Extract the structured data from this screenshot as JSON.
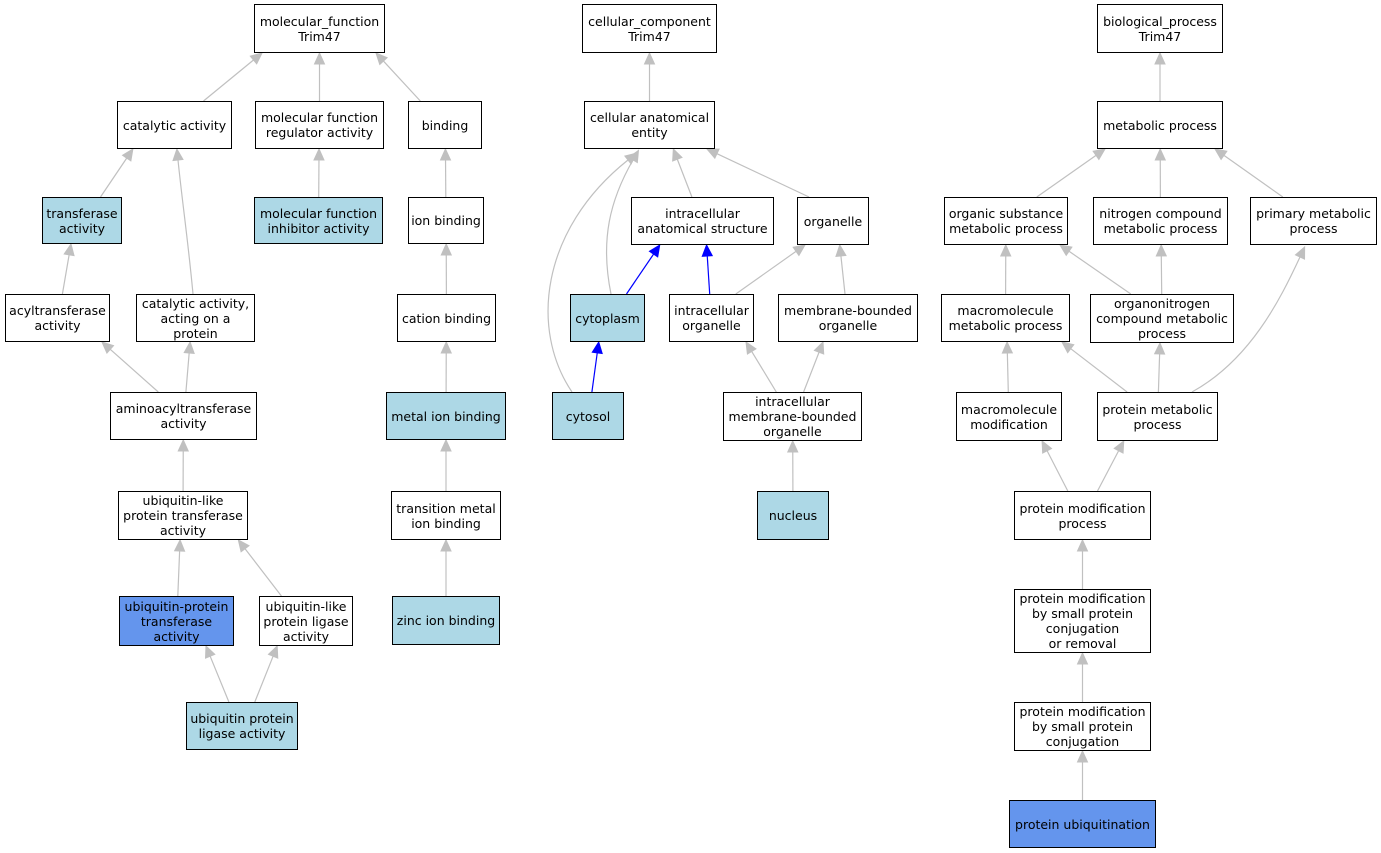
{
  "graph": {
    "title": "",
    "nodes": [
      {
        "id": "mf",
        "label": "molecular_function\nTrim47",
        "highlight": "none"
      },
      {
        "id": "catalytic",
        "label": "catalytic activity",
        "highlight": "none"
      },
      {
        "id": "mfreg",
        "label": "molecular function\nregulator activity",
        "highlight": "none"
      },
      {
        "id": "binding",
        "label": "binding",
        "highlight": "none"
      },
      {
        "id": "transferase",
        "label": "transferase\nactivity",
        "highlight": "light"
      },
      {
        "id": "mfinhib",
        "label": "molecular function\ninhibitor activity",
        "highlight": "light"
      },
      {
        "id": "ionbinding",
        "label": "ion binding",
        "highlight": "none"
      },
      {
        "id": "acyl",
        "label": "acyltransferase\nactivity",
        "highlight": "none"
      },
      {
        "id": "catprot",
        "label": "catalytic activity,\nacting on a\nprotein",
        "highlight": "none"
      },
      {
        "id": "cation",
        "label": "cation binding",
        "highlight": "none"
      },
      {
        "id": "aminoacyl",
        "label": "aminoacyltransferase\nactivity",
        "highlight": "none"
      },
      {
        "id": "metalion",
        "label": "metal ion binding",
        "highlight": "light"
      },
      {
        "id": "ublike",
        "label": "ubiquitin-like\nprotein transferase\nactivity",
        "highlight": "none"
      },
      {
        "id": "transmetal",
        "label": "transition metal\nion binding",
        "highlight": "none"
      },
      {
        "id": "ubprot",
        "label": "ubiquitin-protein\ntransferase\nactivity",
        "highlight": "dark"
      },
      {
        "id": "ubligase",
        "label": "ubiquitin-like\nprotein ligase\nactivity",
        "highlight": "none"
      },
      {
        "id": "zinc",
        "label": "zinc ion binding",
        "highlight": "light"
      },
      {
        "id": "ubprotlig",
        "label": "ubiquitin protein\nligase activity",
        "highlight": "light"
      },
      {
        "id": "cc",
        "label": "cellular_component\nTrim47",
        "highlight": "none"
      },
      {
        "id": "cae",
        "label": "cellular anatomical\nentity",
        "highlight": "none"
      },
      {
        "id": "ias",
        "label": "intracellular\nanatomical structure",
        "highlight": "none"
      },
      {
        "id": "organelle",
        "label": "organelle",
        "highlight": "none"
      },
      {
        "id": "cytoplasm",
        "label": "cytoplasm",
        "highlight": "light"
      },
      {
        "id": "intraorg",
        "label": "intracellular\norganelle",
        "highlight": "none"
      },
      {
        "id": "memborg",
        "label": "membrane-bounded\norganelle",
        "highlight": "none"
      },
      {
        "id": "cytosol",
        "label": "cytosol",
        "highlight": "light"
      },
      {
        "id": "intramemb",
        "label": "intracellular\nmembrane-bounded\norganelle",
        "highlight": "none"
      },
      {
        "id": "nucleus",
        "label": "nucleus",
        "highlight": "light"
      },
      {
        "id": "bp",
        "label": "biological_process\nTrim47",
        "highlight": "none"
      },
      {
        "id": "metab",
        "label": "metabolic process",
        "highlight": "none"
      },
      {
        "id": "orgsub",
        "label": "organic substance\nmetabolic process",
        "highlight": "none"
      },
      {
        "id": "nitro",
        "label": "nitrogen compound\nmetabolic process",
        "highlight": "none"
      },
      {
        "id": "primary",
        "label": "primary metabolic\nprocess",
        "highlight": "none"
      },
      {
        "id": "macro",
        "label": "macromolecule\nmetabolic process",
        "highlight": "none"
      },
      {
        "id": "organonitro",
        "label": "organonitrogen\ncompound metabolic\nprocess",
        "highlight": "none"
      },
      {
        "id": "macromod",
        "label": "macromolecule\nmodification",
        "highlight": "none"
      },
      {
        "id": "protmetab",
        "label": "protein metabolic\nprocess",
        "highlight": "none"
      },
      {
        "id": "protmod",
        "label": "protein modification\nprocess",
        "highlight": "none"
      },
      {
        "id": "protmodsmall",
        "label": "protein modification\nby small protein\nconjugation\nor removal",
        "highlight": "none"
      },
      {
        "id": "protmodconj",
        "label": "protein modification\nby small protein\nconjugation",
        "highlight": "none"
      },
      {
        "id": "ubiquitination",
        "label": "protein ubiquitination",
        "highlight": "dark"
      }
    ],
    "edges": [
      {
        "from": "catalytic",
        "to": "mf",
        "color": "gray"
      },
      {
        "from": "mfreg",
        "to": "mf",
        "color": "gray"
      },
      {
        "from": "binding",
        "to": "mf",
        "color": "gray"
      },
      {
        "from": "transferase",
        "to": "catalytic",
        "color": "gray"
      },
      {
        "from": "catprot",
        "to": "catalytic",
        "color": "gray"
      },
      {
        "from": "mfinhib",
        "to": "mfreg",
        "color": "gray"
      },
      {
        "from": "ionbinding",
        "to": "binding",
        "color": "gray"
      },
      {
        "from": "acyl",
        "to": "transferase",
        "color": "gray"
      },
      {
        "from": "cation",
        "to": "ionbinding",
        "color": "gray"
      },
      {
        "from": "aminoacyl",
        "to": "acyl",
        "color": "gray"
      },
      {
        "from": "aminoacyl",
        "to": "catprot",
        "color": "gray"
      },
      {
        "from": "metalion",
        "to": "cation",
        "color": "gray"
      },
      {
        "from": "ublike",
        "to": "aminoacyl",
        "color": "gray"
      },
      {
        "from": "transmetal",
        "to": "metalion",
        "color": "gray"
      },
      {
        "from": "ubprot",
        "to": "ublike",
        "color": "gray"
      },
      {
        "from": "ubligase",
        "to": "ublike",
        "color": "gray"
      },
      {
        "from": "zinc",
        "to": "transmetal",
        "color": "gray"
      },
      {
        "from": "ubprotlig",
        "to": "ubprot",
        "color": "gray"
      },
      {
        "from": "ubprotlig",
        "to": "ubligase",
        "color": "gray"
      },
      {
        "from": "cae",
        "to": "cc",
        "color": "gray"
      },
      {
        "from": "ias",
        "to": "cae",
        "color": "gray"
      },
      {
        "from": "organelle",
        "to": "cae",
        "color": "gray"
      },
      {
        "from": "cytoplasm",
        "to": "cae",
        "color": "gray"
      },
      {
        "from": "cytosol",
        "to": "cae",
        "color": "gray"
      },
      {
        "from": "cytoplasm",
        "to": "ias",
        "color": "blue"
      },
      {
        "from": "intraorg",
        "to": "ias",
        "color": "blue"
      },
      {
        "from": "intraorg",
        "to": "organelle",
        "color": "gray"
      },
      {
        "from": "memborg",
        "to": "organelle",
        "color": "gray"
      },
      {
        "from": "cytosol",
        "to": "cytoplasm",
        "color": "blue"
      },
      {
        "from": "intramemb",
        "to": "intraorg",
        "color": "gray"
      },
      {
        "from": "intramemb",
        "to": "memborg",
        "color": "gray"
      },
      {
        "from": "nucleus",
        "to": "intramemb",
        "color": "gray"
      },
      {
        "from": "metab",
        "to": "bp",
        "color": "gray"
      },
      {
        "from": "orgsub",
        "to": "metab",
        "color": "gray"
      },
      {
        "from": "nitro",
        "to": "metab",
        "color": "gray"
      },
      {
        "from": "primary",
        "to": "metab",
        "color": "gray"
      },
      {
        "from": "macro",
        "to": "orgsub",
        "color": "gray"
      },
      {
        "from": "organonitro",
        "to": "orgsub",
        "color": "gray"
      },
      {
        "from": "organonitro",
        "to": "nitro",
        "color": "gray"
      },
      {
        "from": "macromod",
        "to": "macro",
        "color": "gray"
      },
      {
        "from": "protmetab",
        "to": "macro",
        "color": "gray"
      },
      {
        "from": "protmetab",
        "to": "organonitro",
        "color": "gray"
      },
      {
        "from": "protmetab",
        "to": "primary",
        "color": "gray"
      },
      {
        "from": "protmod",
        "to": "macromod",
        "color": "gray"
      },
      {
        "from": "protmod",
        "to": "protmetab",
        "color": "gray"
      },
      {
        "from": "protmodsmall",
        "to": "protmod",
        "color": "gray"
      },
      {
        "from": "protmodconj",
        "to": "protmodsmall",
        "color": "gray"
      },
      {
        "from": "ubiquitination",
        "to": "protmodconj",
        "color": "gray"
      }
    ],
    "colors": {
      "edge_gray": "#c0c0c0",
      "edge_blue": "#0000ff",
      "node_light": "#add8e6",
      "node_dark": "#6495ed",
      "border": "#000000"
    }
  }
}
